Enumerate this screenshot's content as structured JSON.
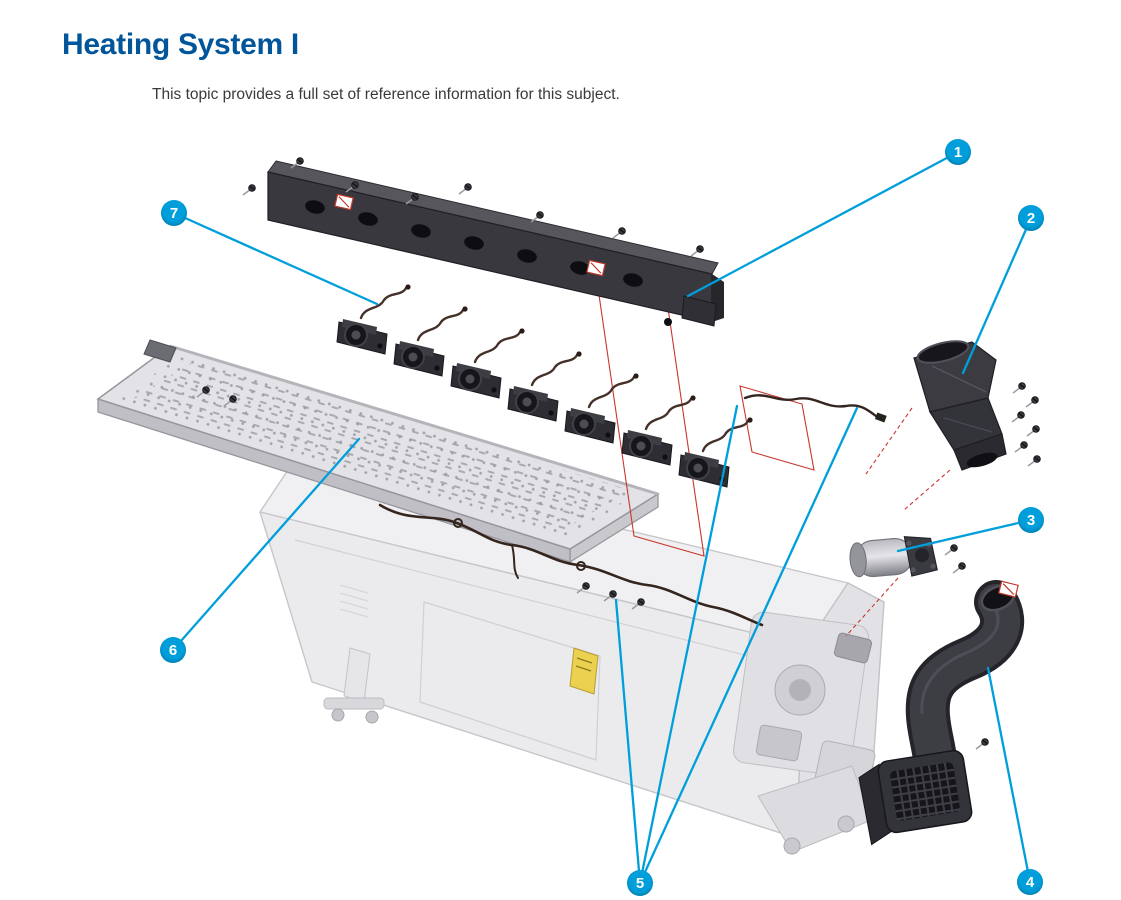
{
  "page": {
    "title": "Heating System I",
    "intro": "This topic provides a full set of reference information for this subject."
  },
  "figure": {
    "callouts": [
      {
        "number": "1"
      },
      {
        "number": "2"
      },
      {
        "number": "3"
      },
      {
        "number": "4"
      },
      {
        "number": "5"
      },
      {
        "number": "6"
      },
      {
        "number": "7"
      }
    ]
  },
  "colors": {
    "callout-blue": "#009fdb",
    "title-color": "#00559b",
    "text-color": "#3a3a3a",
    "red-guide": "#c8372d"
  }
}
